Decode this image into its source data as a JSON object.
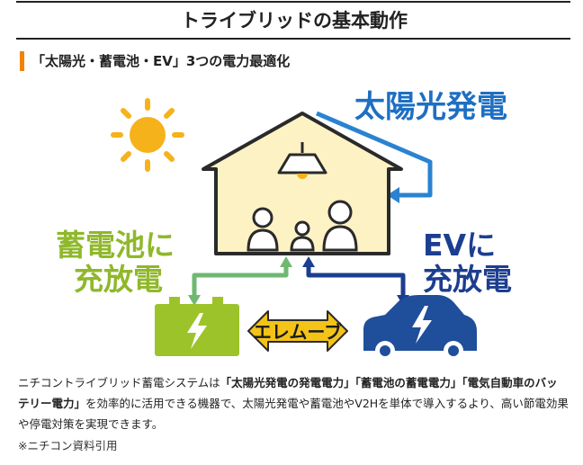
{
  "header": {
    "title": "トライブリッドの基本動作"
  },
  "section": {
    "heading": "「太陽光・蓄電池・EV」3つの電力最適化"
  },
  "diagram": {
    "solar_label": "太陽光発電",
    "battery_label_line1": "蓄電池に",
    "battery_label_line2": "充放電",
    "ev_label_line1": "EVに",
    "ev_label_line2": "充放電",
    "center_label": "エレムーブ",
    "colors": {
      "house_fill": "#fdf2c4",
      "house_stroke": "#2a2a2a",
      "sun": "#f6b21b",
      "battery": "#9cc42a",
      "car": "#1f4e9b",
      "solar_arrow": "#2a83d1",
      "green_arrow": "#6fb872",
      "navy_arrow": "#1c3e90",
      "center_arrow": "#f3c318"
    },
    "icons": [
      "sun-icon",
      "house-icon",
      "lamp-icon",
      "family-icon",
      "battery-icon",
      "ev-car-icon",
      "bolt-icon"
    ]
  },
  "description": {
    "part1": "ニチコントライブリッド蓄電システムは",
    "bold1": "「太陽光発電の発電電力」「蓄電池の蓄電電力」「電気自動車のバッテリー電力」",
    "part2": "を効率的に活用できる機器で、太陽光発電や蓄電池やV2Hを単体で導入するより、高い節電効果や停電対策を実現できます。"
  },
  "note": "※ニチコン資料引用"
}
